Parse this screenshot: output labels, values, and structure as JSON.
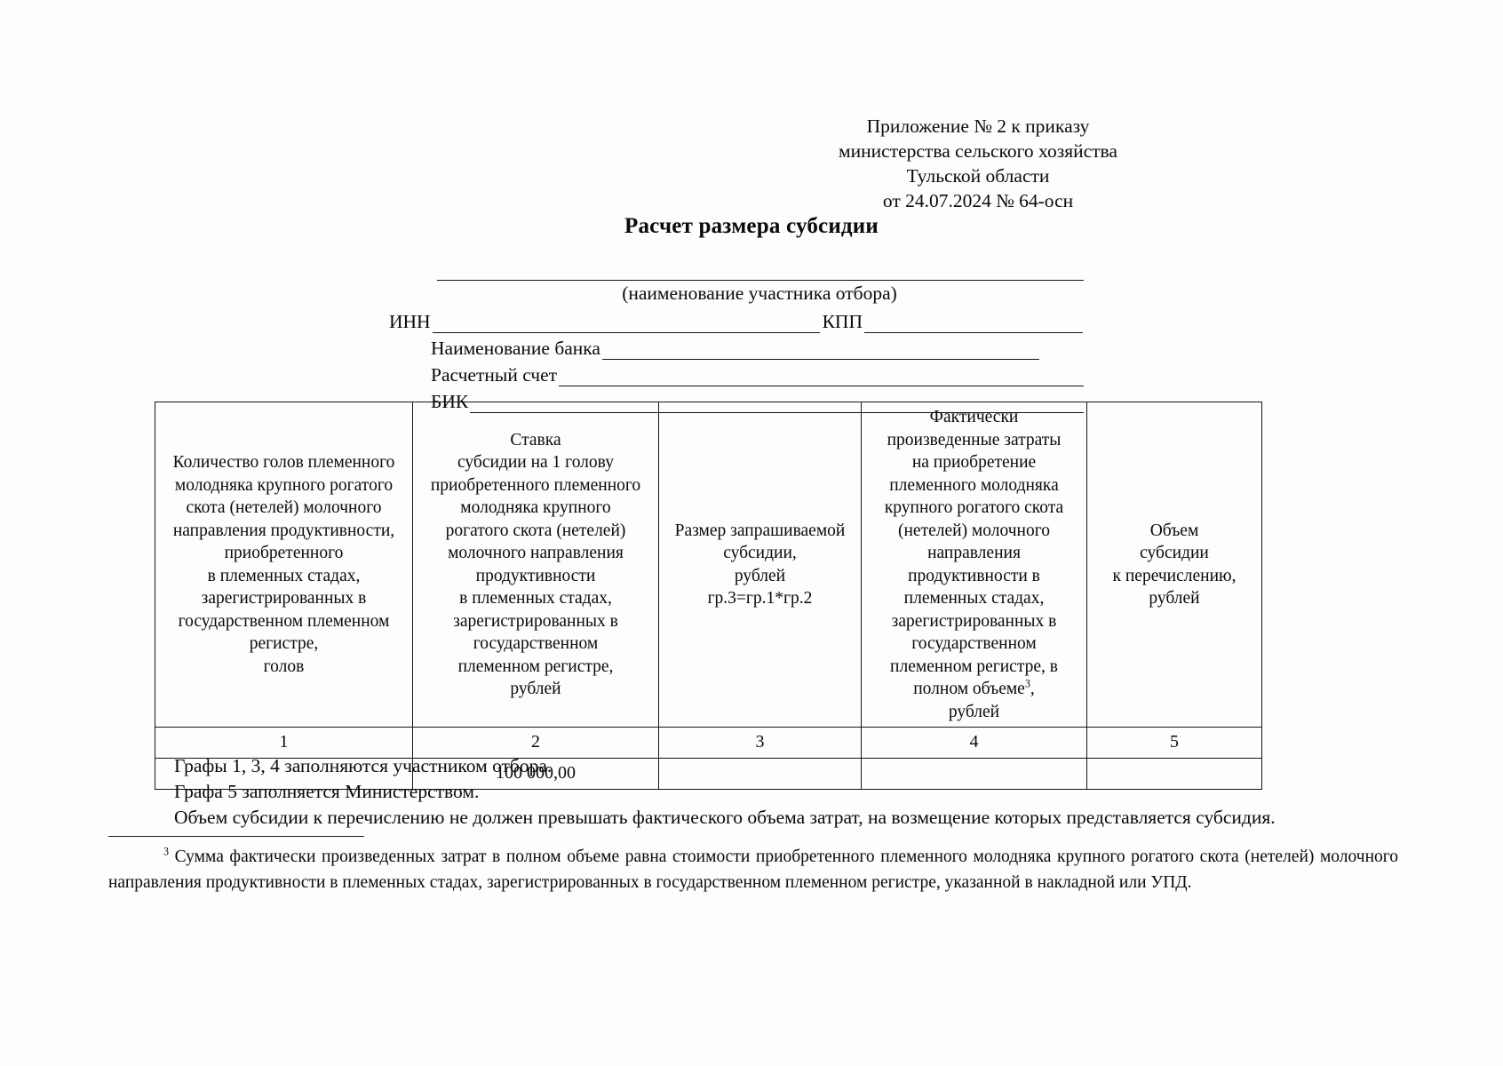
{
  "header": {
    "lines": [
      "Приложение № 2 к приказу",
      "министерства сельского хозяйства",
      "Тульской области",
      "от 24.07.2024  № 64-осн"
    ]
  },
  "title": "Расчет размера субсидии",
  "form": {
    "participant_caption": "(наименование участника отбора)",
    "participant_value": "",
    "inn_label": "ИНН",
    "inn_value": "",
    "kpp_label": "КПП",
    "kpp_value": "",
    "bank_label": "Наименование банка",
    "bank_value": "",
    "account_label": "Расчетный счет",
    "account_value": "",
    "bik_label": "БИК",
    "bik_value": ""
  },
  "table": {
    "headers": [
      "Количество голов племенного молодняка крупного рогатого скота (нетелей) молочного направления продуктивности, приобретенного в племенных стадах, зарегистрированных в государственном племенном регистре, голов",
      "Ставка субсидии на 1 голову приобретенного племенного молодняка крупного рогатого скота (нетелей) молочного направления продуктивности в племенных стадах, зарегистрированных в государственном племенном регистре, рублей",
      "Размер запрашиваемой субсидии, рублей гр.3=гр.1*гр.2",
      "Фактически произведенные затраты на приобретение племенного молодняка крупного рогатого скота (нетелей) молочного направления продуктивности в племенных стадах, зарегистрированных в государственном племенном регистре, в полном объеме³, рублей",
      "Объем субсидии к перечислению, рублей"
    ],
    "header_lines": {
      "col1": [
        "Количество голов племенного",
        "молодняка крупного рогатого",
        "скота (нетелей) молочного",
        "направления продуктивности,",
        "приобретенного",
        "в племенных стадах,",
        "зарегистрированных в",
        "государственном племенном",
        "регистре,",
        "голов"
      ],
      "col2": [
        "Ставка",
        "субсидии на 1 голову",
        "приобретенного племенного",
        "молодняка крупного",
        "рогатого скота (нетелей)",
        "молочного направления",
        "продуктивности",
        "в племенных стадах,",
        "зарегистрированных в",
        "государственном",
        "племенном регистре,",
        "рублей"
      ],
      "col3": [
        "Размер запрашиваемой",
        "субсидии,",
        "рублей",
        "гр.3=гр.1*гр.2"
      ],
      "col4": [
        "Фактически",
        "произведенные затраты",
        "на приобретение",
        "племенного молодняка",
        "крупного рогатого скота",
        "(нетелей) молочного",
        "направления",
        "продуктивности в",
        "племенных стадах,",
        "зарегистрированных в",
        "государственном",
        "племенном регистре, в",
        "полном объеме",
        "рублей"
      ],
      "col4_footnote_marker": "3",
      "col4_after_marker": ",",
      "col5": [
        "Объем",
        "субсидии",
        "к перечислению,",
        "рублей"
      ]
    },
    "column_numbers": [
      "1",
      "2",
      "3",
      "4",
      "5"
    ],
    "value_row": [
      "",
      "100 000,00",
      "",
      "",
      ""
    ]
  },
  "notes": [
    "Графы 1, 3, 4 заполняются участником отбора.",
    "Графа 5 заполняется Министерством.",
    "Объем субсидии к перечислению не должен превышать фактического объема затрат, на возмещение которых представляется субсидия."
  ],
  "footnote": {
    "marker": "3",
    "text": "Сумма фактически произведенных затрат в полном объеме равна стоимости приобретенного племенного молодняка крупного рогатого скота (нетелей) молочного направления продуктивности в племенных стадах, зарегистрированных в государственном племенном регистре, указанной в накладной или УПД."
  }
}
